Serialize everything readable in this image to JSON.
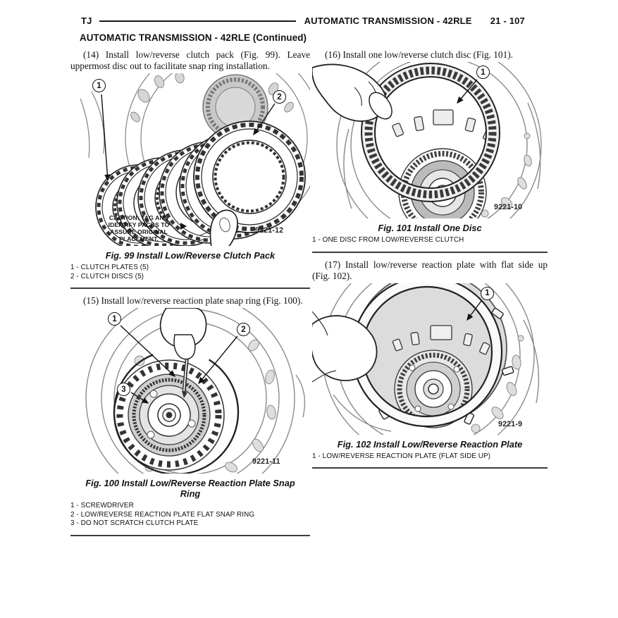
{
  "header": {
    "left": "TJ",
    "title": "AUTOMATIC TRANSMISSION - 42RLE",
    "page_number": "21 - 107",
    "section_title": "AUTOMATIC TRANSMISSION - 42RLE (Continued)"
  },
  "left_column": {
    "step14": "(14) Install low/reverse clutch pack (Fig. 99). Leave uppermost disc out to facilitate snap ring installation.",
    "fig99": {
      "callouts": [
        "1",
        "2"
      ],
      "caution": "CAUTION: TAG AND IDENTIFY PACKS TO ASSURE ORIGINAL PLACEMENT.",
      "image_id": "9221-12",
      "caption": "Fig. 99 Install Low/Reverse Clutch Pack",
      "legend": [
        "1 - CLUTCH PLATES (5)",
        "2 - CLUTCH DISCS (5)"
      ]
    },
    "step15": "(15) Install low/reverse reaction plate snap ring (Fig. 100).",
    "fig100": {
      "callouts": [
        "1",
        "2",
        "3"
      ],
      "image_id": "9221-11",
      "caption": "Fig. 100 Install Low/Reverse Reaction Plate Snap Ring",
      "legend": [
        "1 - SCREWDRIVER",
        "2 - LOW/REVERSE REACTION PLATE FLAT SNAP RING",
        "3 - DO NOT SCRATCH CLUTCH PLATE"
      ]
    }
  },
  "right_column": {
    "step16": "(16) Install one low/reverse clutch disc (Fig. 101).",
    "fig101": {
      "callouts": [
        "1"
      ],
      "image_id": "9221-10",
      "caption": "Fig. 101 Install One Disc",
      "legend": [
        "1 - ONE DISC FROM LOW/REVERSE CLUTCH"
      ]
    },
    "step17": "(17) Install low/reverse reaction plate with flat side up (Fig. 102).",
    "fig102": {
      "callouts": [
        "1"
      ],
      "image_id": "9221-9",
      "caption": "Fig. 102 Install Low/Reverse Reaction Plate",
      "legend": [
        "1 - LOW/REVERSE REACTION PLATE (FLAT SIDE UP)"
      ]
    }
  }
}
